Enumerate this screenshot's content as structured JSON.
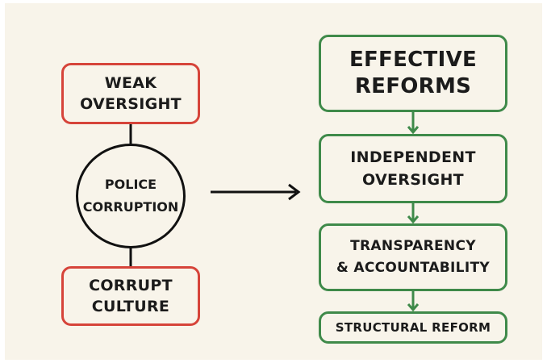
{
  "diagram": {
    "left": {
      "top_box": "WEAK\nOVERSIGHT",
      "center_circle": "POLICE\nCORRUPTION",
      "bottom_box": "CORRUPT\nCULTURE"
    },
    "right": {
      "steps": [
        "EFFECTIVE\nREFORMS",
        "INDEPENDENT\nOVERSIGHT",
        "TRANSPARENCY\n& ACCOUNTABILITY",
        "STRUCTURAL REFORM"
      ]
    },
    "colors": {
      "background": "#f8f4ea",
      "problem_border": "#d6443a",
      "solution_border": "#3f8a4a",
      "connector": "#111111"
    }
  }
}
